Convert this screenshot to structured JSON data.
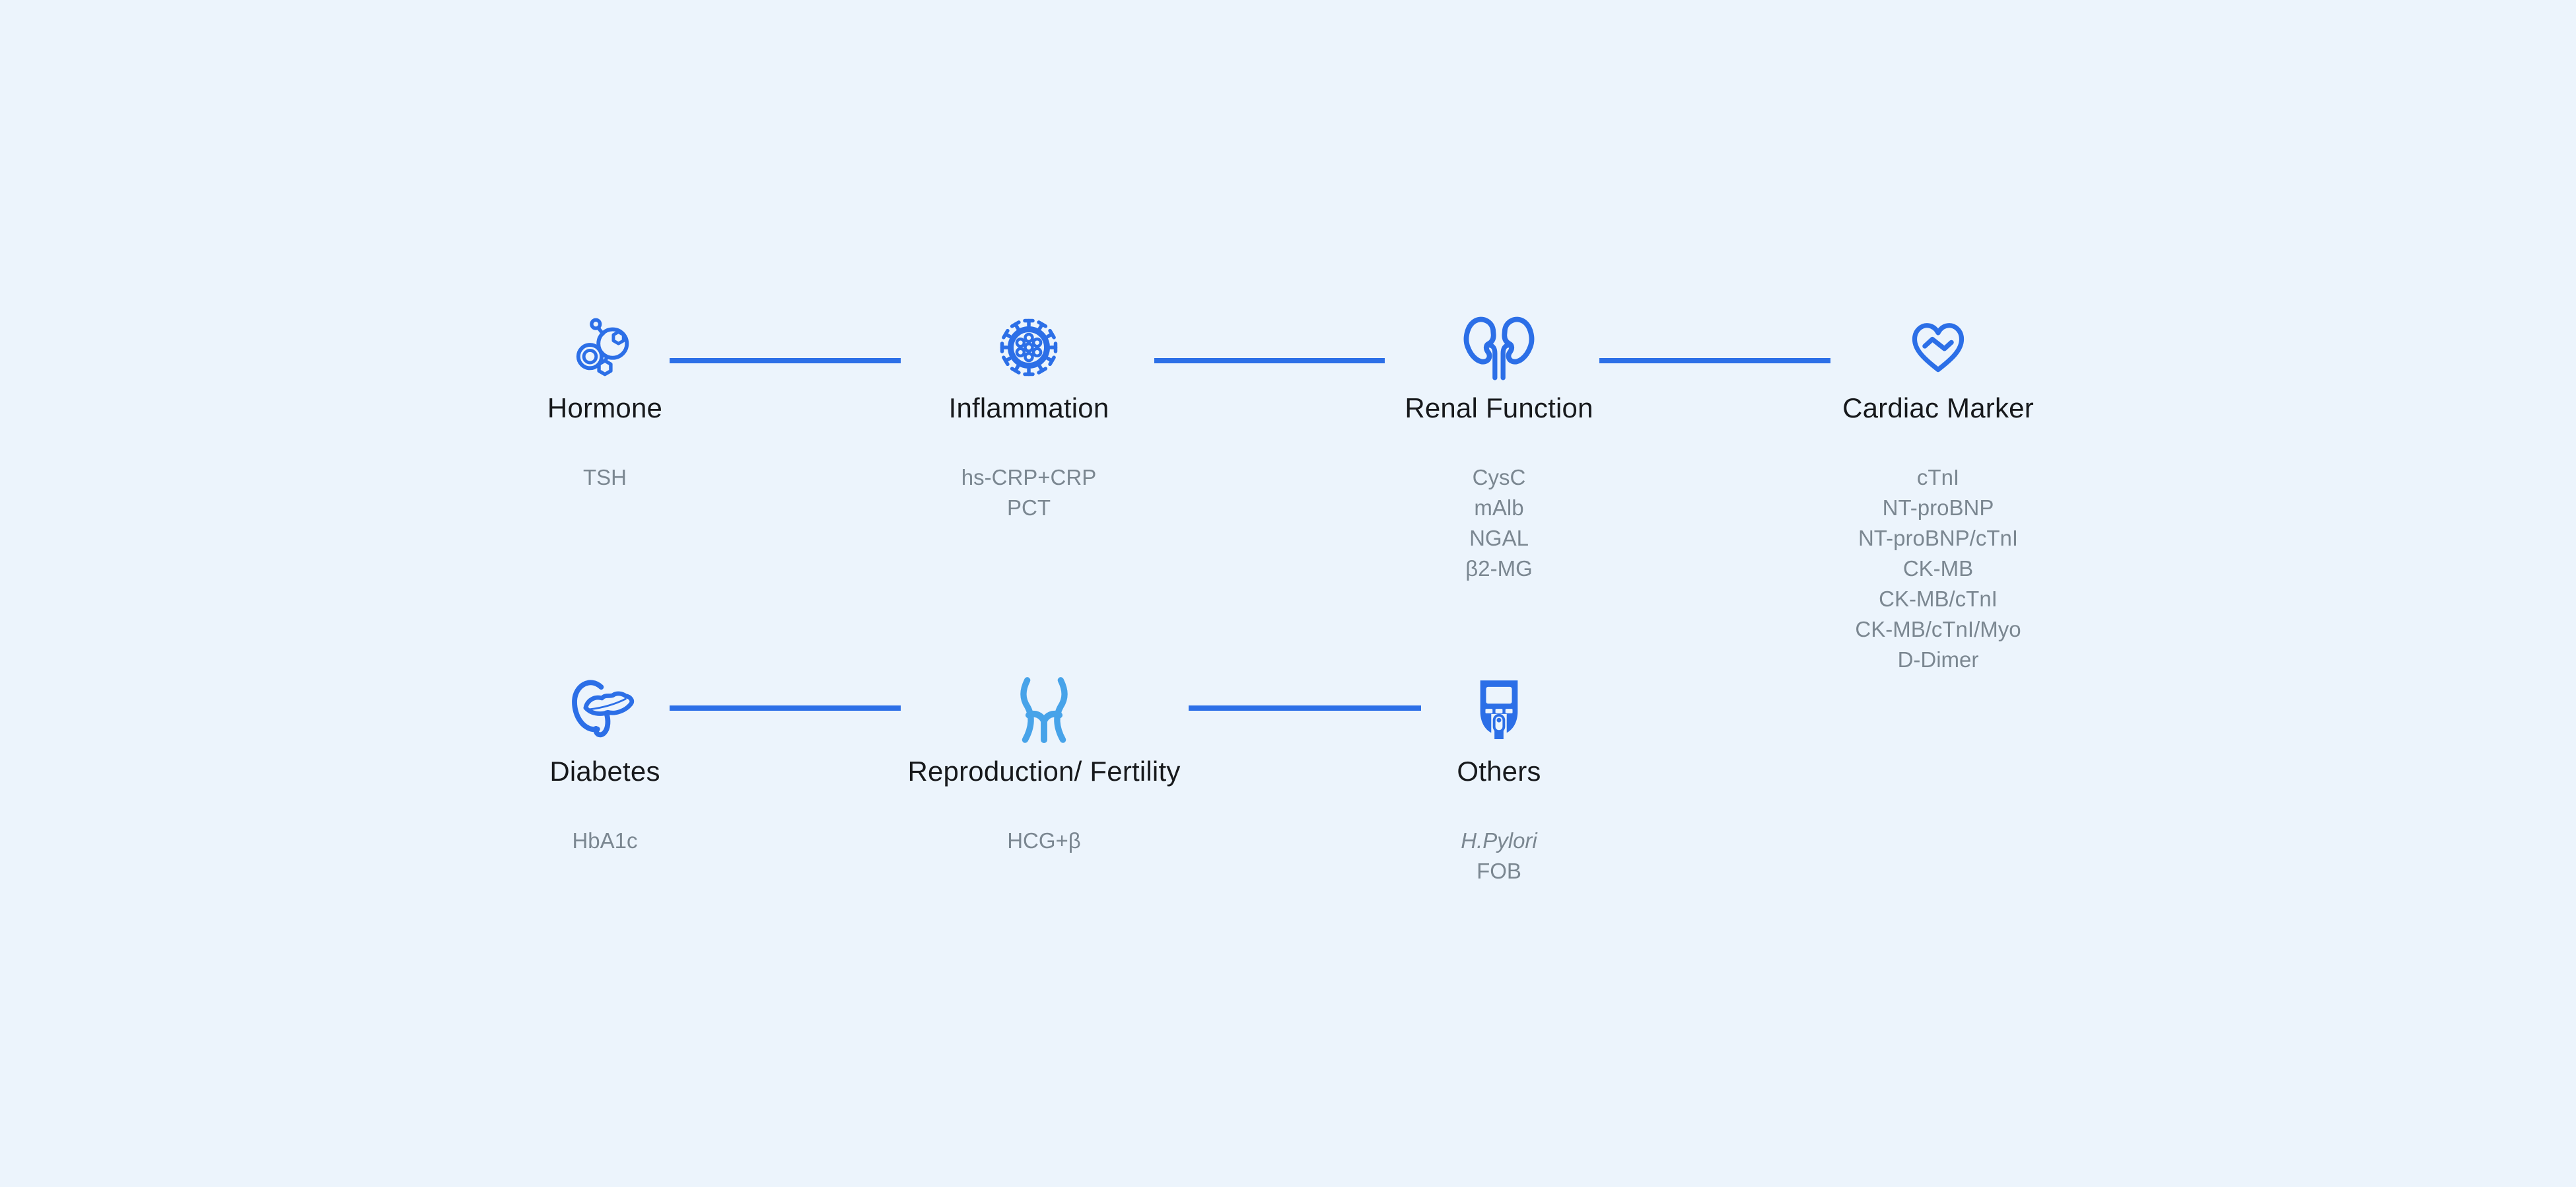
{
  "palette": {
    "background": "#ecf4fc",
    "accent_blue": "#2c6fe7",
    "accent_light_blue": "#47a3e9",
    "title_text": "#17191c",
    "item_text": "#7b8791"
  },
  "categories": [
    {
      "id": "hormone",
      "label": "Hormone",
      "icon": "molecule-icon",
      "items": [
        "TSH"
      ]
    },
    {
      "id": "inflammation",
      "label": "Inflammation",
      "icon": "virus-icon",
      "items": [
        "hs-CRP+CRP",
        "PCT"
      ]
    },
    {
      "id": "renal-function",
      "label": "Renal Function",
      "icon": "kidneys-icon",
      "items": [
        "CysC",
        "mAlb",
        "NGAL",
        "β2-MG"
      ]
    },
    {
      "id": "cardiac-marker",
      "label": "Cardiac Marker",
      "icon": "heart-pulse-icon",
      "items": [
        "cTnI",
        "NT-proBNP",
        "NT-proBNP/cTnI",
        "CK-MB",
        "CK-MB/cTnI",
        "CK-MB/cTnI/Myo",
        "D-Dimer"
      ]
    },
    {
      "id": "diabetes",
      "label": "Diabetes",
      "icon": "pancreas-icon",
      "items": [
        "HbA1c"
      ]
    },
    {
      "id": "reproduction-fertility",
      "label": "Reproduction/ Fertility",
      "icon": "female-body-icon",
      "items": [
        "HCG+β"
      ]
    },
    {
      "id": "others",
      "label": "Others",
      "icon": "glucose-meter-icon",
      "items": [
        {
          "text": "H.Pylori",
          "italic": true
        },
        "FOB"
      ]
    }
  ]
}
